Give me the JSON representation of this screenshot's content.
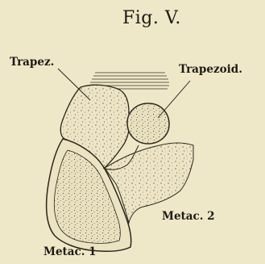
{
  "figure": {
    "title": "Fig. V.",
    "labels": {
      "trapezium": "Trapez.",
      "trapezoid": "Trapezoid.",
      "metacarpal_2": "Metac. 2",
      "metacarpal_1": "Metac. 1"
    }
  },
  "colors": {
    "paper": "#efe8c8",
    "ink": "#1c1a14"
  }
}
